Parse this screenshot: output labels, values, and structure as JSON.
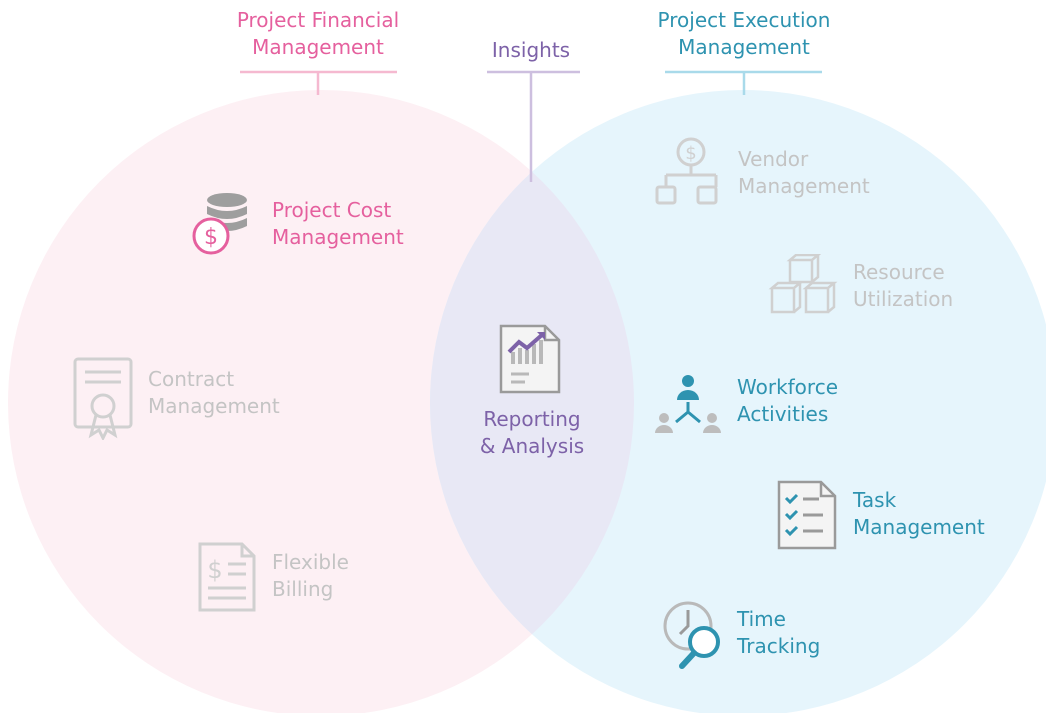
{
  "colors": {
    "financial": "#e5609e",
    "execution": "#2e93b0",
    "insights": "#7d62a8",
    "muted": "#c7c7c7",
    "left_circle_fill": "#fdf0f4",
    "right_circle_fill": "#e6f5fc",
    "overlap_fill": "#e8e8f5"
  },
  "headers": {
    "financial": {
      "line1": "Project Financial",
      "line2": "Management"
    },
    "insights": {
      "line1": "Insights"
    },
    "execution": {
      "line1": "Project Execution",
      "line2": "Management"
    }
  },
  "items": {
    "cost": {
      "line1": "Project Cost",
      "line2": "Management",
      "icon": "coins-dollar-icon"
    },
    "contract": {
      "line1": "Contract",
      "line2": "Management",
      "icon": "certificate-icon"
    },
    "billing": {
      "line1": "Flexible",
      "line2": "Billing",
      "icon": "invoice-icon"
    },
    "reporting": {
      "line1": "Reporting",
      "line2": "& Analysis",
      "icon": "report-chart-icon"
    },
    "vendor": {
      "line1": "Vendor",
      "line2": "Management",
      "icon": "vendor-hierarchy-icon"
    },
    "resource": {
      "line1": "Resource",
      "line2": "Utilization",
      "icon": "cubes-icon"
    },
    "workforce": {
      "line1": "Workforce",
      "line2": "Activities",
      "icon": "people-network-icon"
    },
    "task": {
      "line1": "Task",
      "line2": "Management",
      "icon": "checklist-icon"
    },
    "time": {
      "line1": "Time",
      "line2": "Tracking",
      "icon": "clock-search-icon"
    }
  }
}
